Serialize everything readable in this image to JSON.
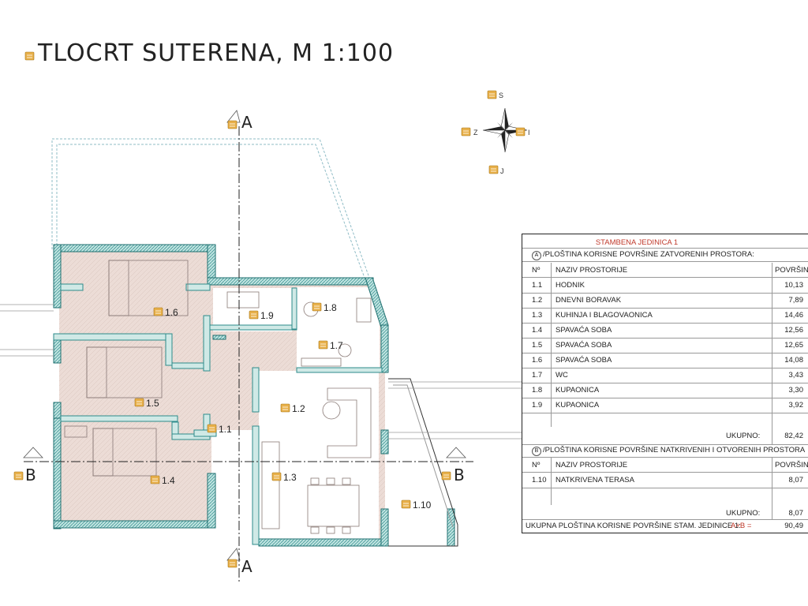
{
  "title": "TLOCRT SUTERENA, M 1:100",
  "compass": {
    "north": "S",
    "south": "J",
    "west": "Z",
    "east": "I"
  },
  "section_marks": {
    "a_top": "A",
    "a_bottom": "A",
    "b_left": "B",
    "b_right": "B"
  },
  "room_labels": [
    "1.1",
    "1.2",
    "1.3",
    "1.4",
    "1.5",
    "1.6",
    "1.7",
    "1.8",
    "1.9",
    "1.10"
  ],
  "table": {
    "header": "STAMBENA JEDINICA 1",
    "section_a": {
      "letter": "A",
      "title": "/PLOŠTINA KORISNE POVRŠINE ZATVORENIH PROSTORA:"
    },
    "col_no": "Nº",
    "col_name": "NAZIV PROSTORIJE",
    "col_area": "POVRŠIN",
    "rows_a": [
      {
        "no": "1.1",
        "name": "HODNIK",
        "area": "10,13"
      },
      {
        "no": "1.2",
        "name": "DNEVNI BORAVAK",
        "area": "7,89"
      },
      {
        "no": "1.3",
        "name": "KUHINJA I BLAGOVAONICA",
        "area": "14,46"
      },
      {
        "no": "1.4",
        "name": "SPAVAĆA SOBA",
        "area": "12,56"
      },
      {
        "no": "1.5",
        "name": "SPAVAĆA SOBA",
        "area": "12,65"
      },
      {
        "no": "1.6",
        "name": "SPAVAĆA SOBA",
        "area": "14,08"
      },
      {
        "no": "1.7",
        "name": "WC",
        "area": "3,43"
      },
      {
        "no": "1.8",
        "name": "KUPAONICA",
        "area": "3,30"
      },
      {
        "no": "1.9",
        "name": "KUPAONICA",
        "area": "3,92"
      }
    ],
    "total_label": "UKUPNO:",
    "total_a": "82,42",
    "section_b": {
      "letter": "B",
      "title": "/PLOŠTINA KORISNE POVRŠINE NATKRIVENIH I OTVORENIH PROSTORA"
    },
    "col_area_b": "POVRŠIN",
    "rows_b": [
      {
        "no": "1.10",
        "name": "NATKRIVENA TERASA",
        "area": "8,07"
      }
    ],
    "total_b": "8,07",
    "grand_label": "UKUPNA PLOŠTINA KORISNE POVRŠINE STAM. JEDINICE 1:",
    "grand_formula": "A+B =",
    "grand_value": "90,49"
  },
  "colors": {
    "wall": "#2e8b8b",
    "floor": "#eadfd9",
    "tag": "#e8b04a"
  }
}
